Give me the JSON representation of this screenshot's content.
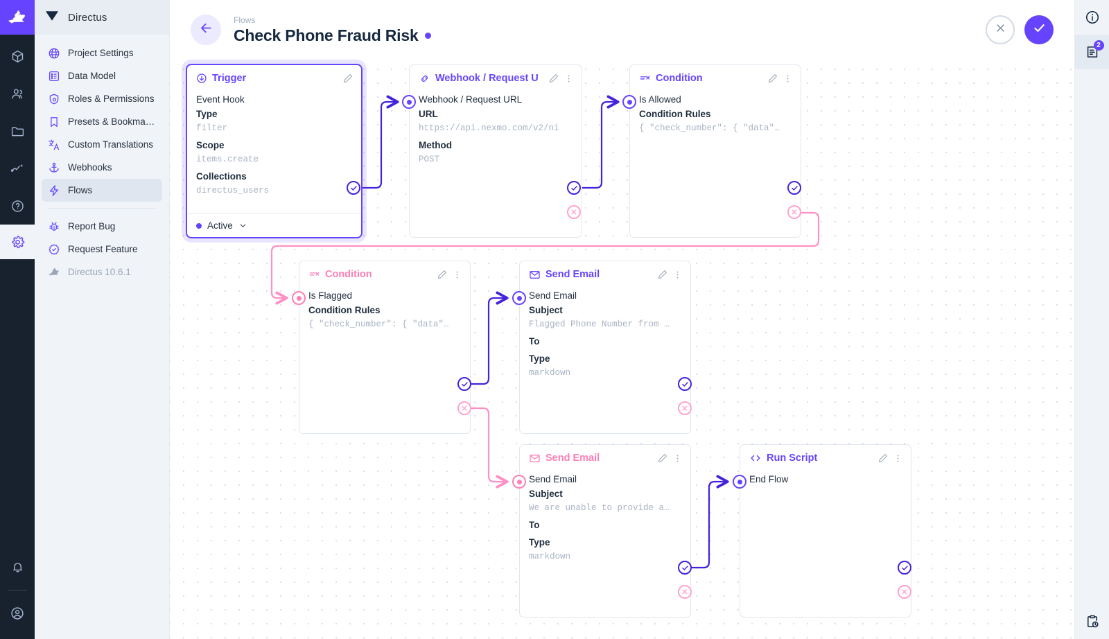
{
  "app": {
    "name": "Directus",
    "version_label": "Directus 10.6.1"
  },
  "sidebar": {
    "title": "Directus",
    "items": [
      {
        "label": "Project Settings",
        "icon": "globe-icon",
        "selected": false
      },
      {
        "label": "Data Model",
        "icon": "database-list-icon",
        "selected": false
      },
      {
        "label": "Roles & Permissions",
        "icon": "shield-lock-icon",
        "selected": false
      },
      {
        "label": "Presets & Bookmar…",
        "icon": "bookmark-icon",
        "selected": false
      },
      {
        "label": "Custom Translations",
        "icon": "translate-icon",
        "selected": false
      },
      {
        "label": "Webhooks",
        "icon": "anchor-icon",
        "selected": false
      },
      {
        "label": "Flows",
        "icon": "bolt-icon",
        "selected": true
      }
    ],
    "secondary_items": [
      {
        "label": "Report Bug",
        "icon": "bug-icon"
      },
      {
        "label": "Request Feature",
        "icon": "badge-check-icon"
      }
    ]
  },
  "rail": {
    "logo_icon": "directus-rabbit-logo",
    "items": [
      {
        "icon": "box-icon",
        "name": "content"
      },
      {
        "icon": "users-icon",
        "name": "user-directory"
      },
      {
        "icon": "folder-icon",
        "name": "file-library"
      },
      {
        "icon": "insights-icon",
        "name": "insights"
      },
      {
        "icon": "help-circle-icon",
        "name": "documentation"
      },
      {
        "icon": "gear-icon",
        "name": "settings"
      }
    ],
    "bottom_items": [
      {
        "icon": "bell-icon",
        "name": "notifications"
      },
      {
        "icon": "account-circle-icon",
        "name": "user-account"
      }
    ]
  },
  "header": {
    "breadcrumb": "Flows",
    "title": "Check Phone Fraud Risk",
    "status_dot_color": "#6644ff",
    "back_icon": "arrow-left-icon",
    "cancel_label": "",
    "cancel_icon": "close-icon",
    "save_icon": "check-icon"
  },
  "right_rail": {
    "items": [
      {
        "icon": "info-circle-icon",
        "name": "flow-info",
        "badge": null,
        "selected": false
      },
      {
        "icon": "logs-icon",
        "name": "flow-logs",
        "badge": "2",
        "selected": true
      }
    ],
    "bottom_items": [
      {
        "icon": "clipboard-clock-icon",
        "name": "activity-log"
      }
    ]
  },
  "canvas": {
    "panels": [
      {
        "id": "trigger",
        "type": "trigger",
        "header": "Trigger",
        "header_icon": "trigger-icon",
        "accent": "#6644ff",
        "subtitle": "Event Hook",
        "fields": [
          {
            "label": "Type",
            "value": "filter"
          },
          {
            "label": "Scope",
            "value": "items.create"
          },
          {
            "label": "Collections",
            "value": "directus_users"
          }
        ],
        "footer": {
          "status": "Active",
          "chevron": "chevron-down-icon"
        },
        "has_menu": false,
        "edit_icon": "pencil-icon"
      },
      {
        "id": "webhook",
        "type": "request",
        "header": "Webhook / Request U",
        "header_icon": "link-icon",
        "accent": "#6644ff",
        "subtitle": "Webhook / Request URL",
        "fields": [
          {
            "label": "URL",
            "value": "https://api.nexmo.com/v2/ni"
          },
          {
            "label": "Method",
            "value": "POST"
          }
        ],
        "has_menu": true,
        "edit_icon": "pencil-icon",
        "menu_icon": "more-vertical-icon"
      },
      {
        "id": "condition-allowed",
        "type": "condition",
        "header": "Condition",
        "header_icon": "condition-icon",
        "accent": "#6644ff",
        "subtitle": "Is Allowed",
        "fields": [
          {
            "label": "Condition Rules",
            "value": "{ \"check_number\": { \"data\"…"
          }
        ],
        "has_menu": true,
        "edit_icon": "pencil-icon",
        "menu_icon": "more-vertical-icon"
      },
      {
        "id": "condition-flagged",
        "type": "condition",
        "header": "Condition",
        "header_icon": "condition-icon",
        "accent": "#ff7eb6",
        "subtitle": "Is Flagged",
        "fields": [
          {
            "label": "Condition Rules",
            "value": "{ \"check_number\": { \"data\"…"
          }
        ],
        "has_menu": true,
        "edit_icon": "pencil-icon",
        "menu_icon": "more-vertical-icon"
      },
      {
        "id": "send-email-flagged",
        "type": "mail",
        "header": "Send Email",
        "header_icon": "mail-icon",
        "accent": "#6644ff",
        "subtitle": "Send Email",
        "fields": [
          {
            "label": "Subject",
            "value": "Flagged Phone Number from …"
          },
          {
            "label": "To",
            "value": ""
          },
          {
            "label": "Type",
            "value": "markdown"
          }
        ],
        "has_menu": true,
        "edit_icon": "pencil-icon",
        "menu_icon": "more-vertical-icon"
      },
      {
        "id": "send-email-unable",
        "type": "mail",
        "header": "Send Email",
        "header_icon": "mail-icon",
        "accent": "#ff7eb6",
        "subtitle": "Send Email",
        "fields": [
          {
            "label": "Subject",
            "value": "We are unable to provide a…"
          },
          {
            "label": "To",
            "value": ""
          },
          {
            "label": "Type",
            "value": "markdown"
          }
        ],
        "has_menu": true,
        "edit_icon": "pencil-icon",
        "menu_icon": "more-vertical-icon"
      },
      {
        "id": "run-script",
        "type": "script",
        "header": "Run Script",
        "header_icon": "code-icon",
        "accent": "#6644ff",
        "subtitle": "End Flow",
        "fields": [],
        "has_menu": true,
        "edit_icon": "pencil-icon",
        "menu_icon": "more-vertical-icon"
      }
    ],
    "colors": {
      "resolve": "#4422dd",
      "reject": "#ffa3cd",
      "accent": "#6644ff",
      "rose": "#ff7eb6",
      "grid_dot": "#d8dee8"
    }
  }
}
